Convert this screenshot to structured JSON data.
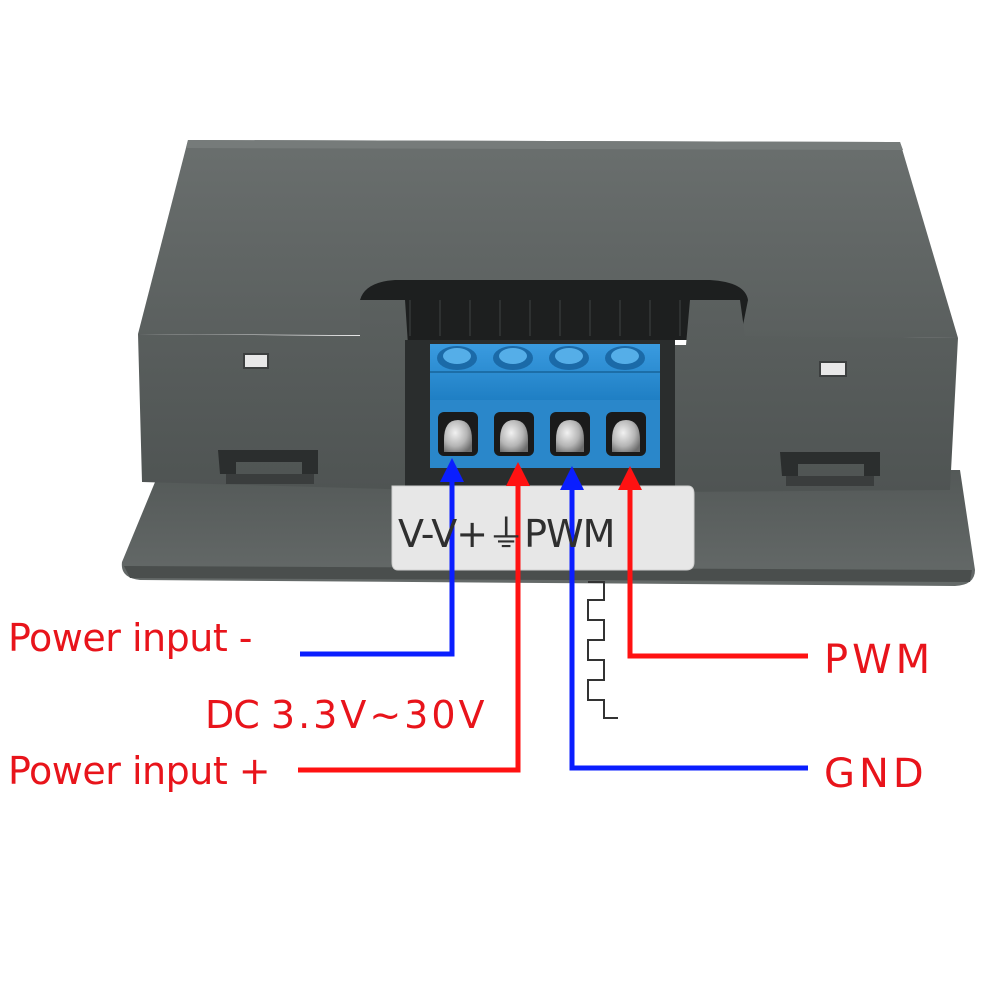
{
  "image_title": "",
  "device": {
    "body_color": "#5f6463",
    "terminal_block_color": "#2f8fd0",
    "sticker_color": "#e6e6e6",
    "terminal_count": 4
  },
  "sticker": {
    "label_vneg": "V-",
    "label_vpos": "V+",
    "label_gnd_symbol": "⏚",
    "label_pwm": "PWM"
  },
  "callouts": {
    "power_input_neg": "Power input -",
    "dc_prefix": "DC",
    "dc_range": "3.3V~30V",
    "power_input_pos": "Power input +",
    "pwm": "PWM",
    "gnd": "GND"
  },
  "wire_colors": {
    "negative": "#0a1eff",
    "positive": "#ff1212",
    "gnd": "#0a1eff",
    "pwm": "#ff1212"
  },
  "icons": {
    "pwm_wave": "square-wave-icon",
    "ground": "ground-symbol-icon"
  }
}
